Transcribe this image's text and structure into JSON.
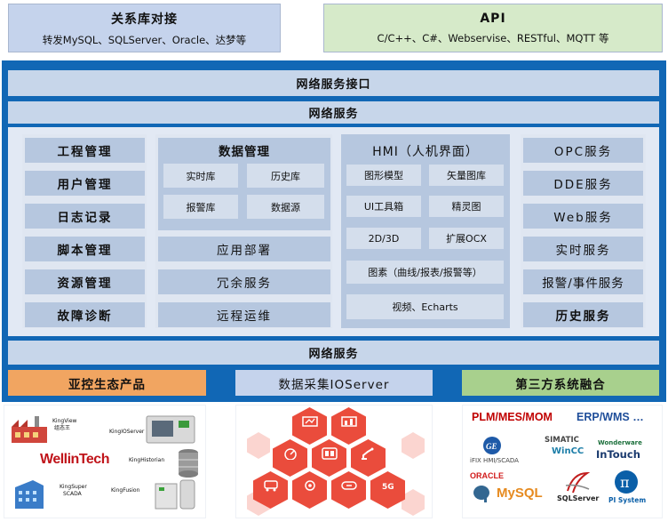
{
  "top": {
    "relational_db": {
      "title": "关系库对接",
      "detail": "转发MySQL、SQLServer、Oracle、达梦等"
    },
    "api": {
      "title": "API",
      "detail": "C/C++、C#、Webservise、RESTful、MQTT 等"
    }
  },
  "bars": {
    "network_interface": "网络服务接口",
    "network_service_top": "网络服务",
    "network_service_bottom": "网络服务"
  },
  "left_column": [
    "工程管理",
    "用户管理",
    "日志记录",
    "脚本管理",
    "资源管理",
    "故障诊断"
  ],
  "data_mgmt": {
    "title": "数据管理",
    "subs": [
      "实时库",
      "历史库",
      "报警库",
      "数据源"
    ],
    "items": [
      "应用部署",
      "冗余服务",
      "远程运维"
    ]
  },
  "hmi": {
    "title": "HMI（人机界面）",
    "grid": [
      "图形模型",
      "矢量图库",
      "UI工具箱",
      "精灵图",
      "2D/3D",
      "扩展OCX"
    ],
    "wide": [
      "图素（曲线/报表/报警等）",
      "视频、Echarts"
    ]
  },
  "right_column": [
    "OPC服务",
    "DDE服务",
    "Web服务",
    "实时服务",
    "报警/事件服务",
    "历史服务"
  ],
  "bottom_labels": {
    "ecosystem": "亚控生态产品",
    "ioserver": "数据采集IOServer",
    "third_party": "第三方系统融合"
  },
  "eco_products": {
    "kingview": "KingView",
    "kingview_cn": "组态王",
    "kingioserver": "KingIOServer",
    "kinghistorian": "KingHistorian",
    "kingsuper": "KingSuper",
    "scada": "SCADA",
    "kingfusion": "KingFusion",
    "brand": "WellinTech"
  },
  "third_party_logos": {
    "top_line_1": "PLM/MES/MOM",
    "top_line_2": "ERP/WMS …",
    "ge": "iFIX HMI/SCADA",
    "simatic": "SIMATIC",
    "wincc": "WinCC",
    "wonderware": "Wonderware",
    "intouch": "InTouch",
    "oracle": "ORACLE",
    "mysql": "MySQL",
    "sqlserver": "SQLServer",
    "pi": "PI System"
  },
  "colors": {
    "panel_blue": "#1167b5",
    "db_box": "#c5d3ec",
    "api_box": "#d6eac9",
    "eco_orange": "#f1a561",
    "io_blue": "#c5d3ec",
    "third_green": "#a8d08d",
    "hex_red": "#ea4c3c",
    "mes_red": "#c00000",
    "erp_blue": "#1f4e9a"
  }
}
